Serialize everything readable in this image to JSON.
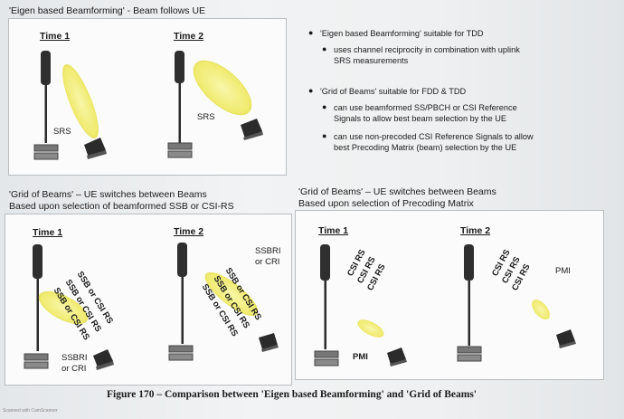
{
  "panel1": {
    "title": "'Eigen based Beamforming' - Beam follows UE",
    "time1": "Time 1",
    "time2": "Time 2",
    "srs1": "SRS",
    "srs2": "SRS"
  },
  "bullets": {
    "b1": "'Eigen based Beamforming' suitable for TDD",
    "b1_sub1_l1": "uses channel reciprocity in combination with uplink",
    "b1_sub1_l2": "SRS measurements",
    "b2": "'Grid of Beams' suitable for FDD & TDD",
    "b2_sub1_l1": "can use beamformed SS/PBCH or CSI Reference",
    "b2_sub1_l2": "Signals to allow best beam selection by the UE",
    "b2_sub2_l1": "can use non-precoded CSI Reference Signals to allow",
    "b2_sub2_l2": "best Precoding Matrix (beam) selection by the UE"
  },
  "panel2": {
    "title_l1": "'Grid of Beams' – UE switches between Beams",
    "title_l2": "Based upon selection of beamformed SSB or CSI-RS",
    "time1": "Time 1",
    "time2": "Time 2",
    "beam_label": "SSB or CSI RS",
    "report1_l1": "SSBRI",
    "report1_l2": "or CRI",
    "report2_l1": "SSBRI",
    "report2_l2": "or CRI"
  },
  "panel3": {
    "title_l1": "'Grid of Beams' – UE switches between Beams",
    "title_l2": "Based upon selection of Precoding Matrix",
    "time1": "Time 1",
    "time2": "Time 2",
    "csi_label": "CSI RS",
    "pmi1": "PMI",
    "pmi2": "PMI"
  },
  "figure_caption": "Figure 170 – Comparison between 'Eigen based Beamforming' and 'Grid of Beams'",
  "watermark": "Scanned with CamScanner",
  "colors": {
    "beam": "#f3ef84",
    "beam_edge": "#c9c235",
    "antenna": "#2c2c2c",
    "panel_border": "#b9bdc0"
  }
}
